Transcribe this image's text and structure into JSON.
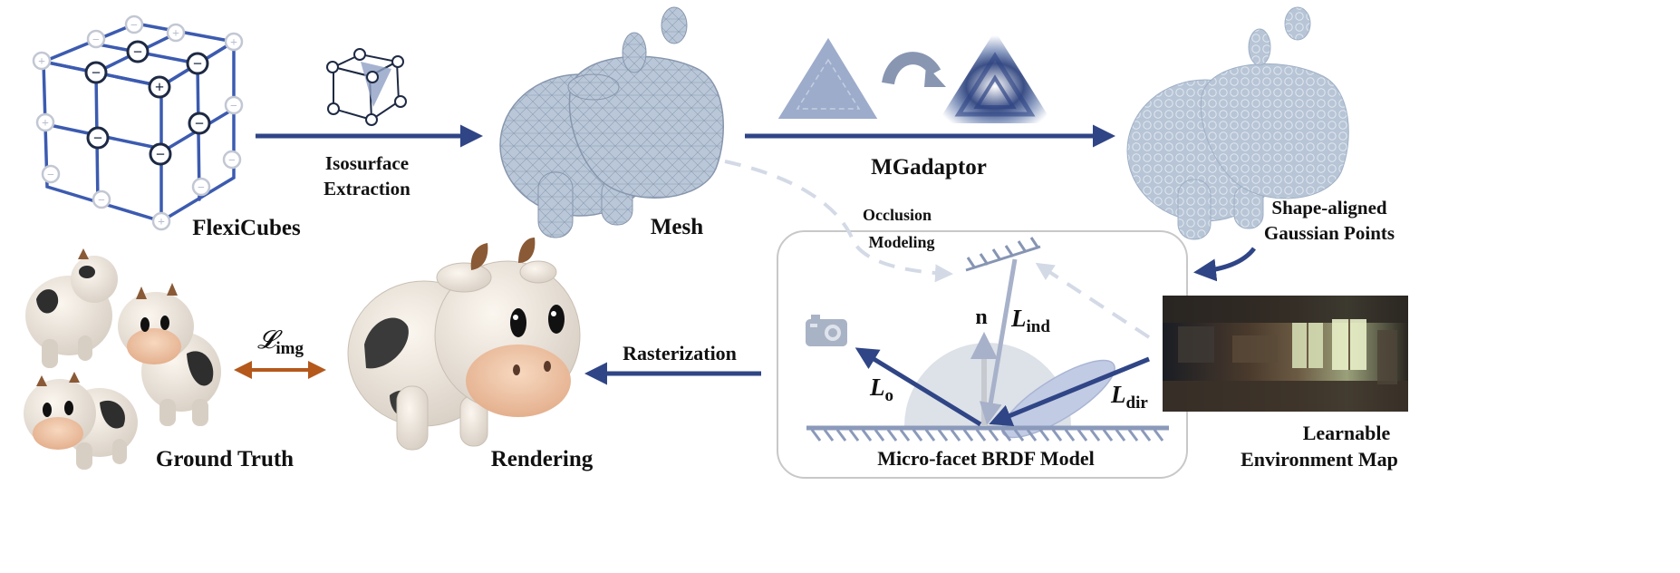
{
  "colors": {
    "arrow_blue": "#2f4586",
    "faded_blue": "#a7b1c9",
    "dash_gray": "#d3dae6",
    "mesh_fill": "#b9c7d8",
    "mesh_line": "#8796ad",
    "cube_line": "#3c5bb0",
    "loss_arrow": "#b5581c",
    "panel_border": "#c8c8c8"
  },
  "labels": {
    "flexicubes": "FlexiCubes",
    "isosurface_line1": "Isosurface",
    "isosurface_line2": "Extraction",
    "mesh": "Mesh",
    "mgadaptor": "MGadaptor",
    "gaussian_line1": "Shape-aligned",
    "gaussian_line2": "Gaussian Points",
    "occlusion_line1": "Occlusion",
    "occlusion_line2": "Modeling",
    "env_line1": "Learnable",
    "env_line2": "Environment Map",
    "brdf": "Micro-facet BRDF Model",
    "rasterization": "Rasterization",
    "rendering": "Rendering",
    "ground_truth": "Ground Truth",
    "loss_symbol": "𝓛",
    "loss_sub": "img",
    "normal": "n",
    "l_ind": "L",
    "l_ind_sub": "ind",
    "l_o": "L",
    "l_o_sub": "o",
    "l_dir": "L",
    "l_dir_sub": "dir"
  },
  "cube_signs": {
    "minus": "−",
    "plus": "+"
  }
}
